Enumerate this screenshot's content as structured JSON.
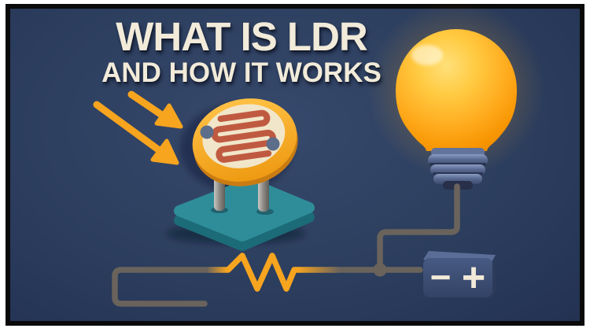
{
  "title": {
    "line1": "WHAT IS LDR",
    "line2": "AND HOW IT WORKS"
  },
  "battery": {
    "minus_label": "−",
    "plus_label": "+"
  },
  "scene": {
    "description": "3D illustration of an LDR photoresistor under light rays wired in a circuit with a resistor, battery and glowing light bulb",
    "icons": [
      "light-rays-icon",
      "ldr-photoresistor",
      "light-bulb",
      "resistor-zigzag",
      "battery",
      "junction-node"
    ]
  },
  "colors": {
    "background_navy": "#2e4060",
    "frame_black": "#0a0a0a",
    "outer_margin_white": "#ffffff",
    "accent_orange": "#f7a41f",
    "title_cream": "#f2ebda",
    "ldr_trace_rust": "#bf5a41",
    "ldr_face_cream": "#f1e6c9",
    "base_teal": "#2f8d9a",
    "wire_gray": "#6a635c",
    "battery_navy": "#44577e",
    "bulb_yellow": "#ffb127"
  }
}
